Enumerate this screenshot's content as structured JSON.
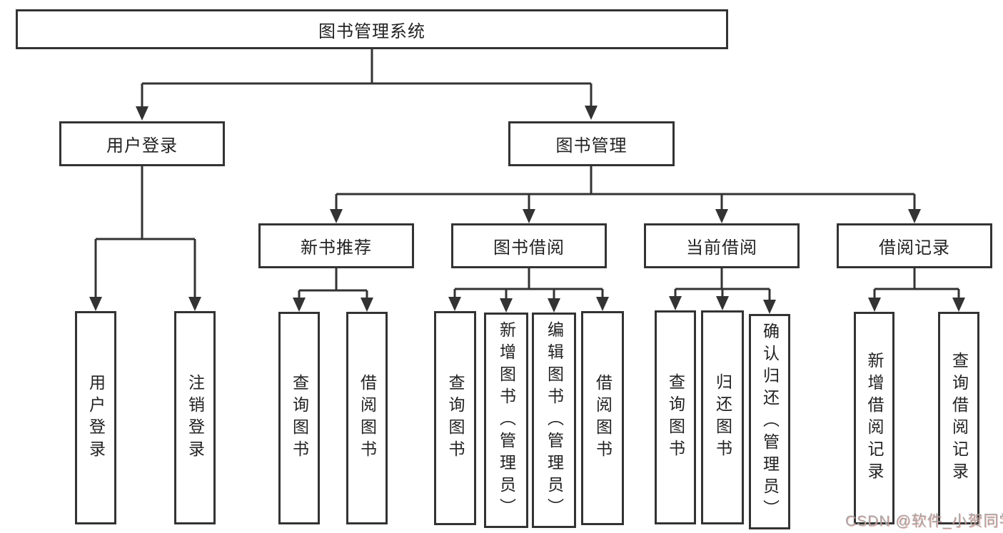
{
  "page": {
    "background": "#ffffff"
  },
  "diagram": {
    "type": "hierarchy",
    "tree": {
      "label": "图书管理系统",
      "children": [
        {
          "label": "用户登录",
          "children": [
            {
              "label": "用户登录"
            },
            {
              "label": "注销登录"
            }
          ]
        },
        {
          "label": "图书管理",
          "children": [
            {
              "label": "新书推荐",
              "children": [
                {
                  "label": "查询图书"
                },
                {
                  "label": "借阅图书"
                }
              ]
            },
            {
              "label": "图书借阅",
              "children": [
                {
                  "label": "查询图书"
                },
                {
                  "label": "新增图书（管理员）"
                },
                {
                  "label": "编辑图书（管理员）"
                },
                {
                  "label": "借阅图书"
                }
              ]
            },
            {
              "label": "当前借阅",
              "children": [
                {
                  "label": "查询图书"
                },
                {
                  "label": "归还图书"
                },
                {
                  "label": "确认归还（管理员）"
                }
              ]
            },
            {
              "label": "借阅记录",
              "children": [
                {
                  "label": "新增借阅记录"
                },
                {
                  "label": "查询借阅记录"
                }
              ]
            }
          ]
        }
      ]
    },
    "colors": {
      "line": "#333333",
      "box_border": "#333333",
      "box_background": "#ffffff",
      "text": "#222222"
    }
  },
  "watermark": {
    "text": "CSDN @软件_小贺同学",
    "color": "#a6a6a6",
    "accent": "#e05a4e"
  }
}
